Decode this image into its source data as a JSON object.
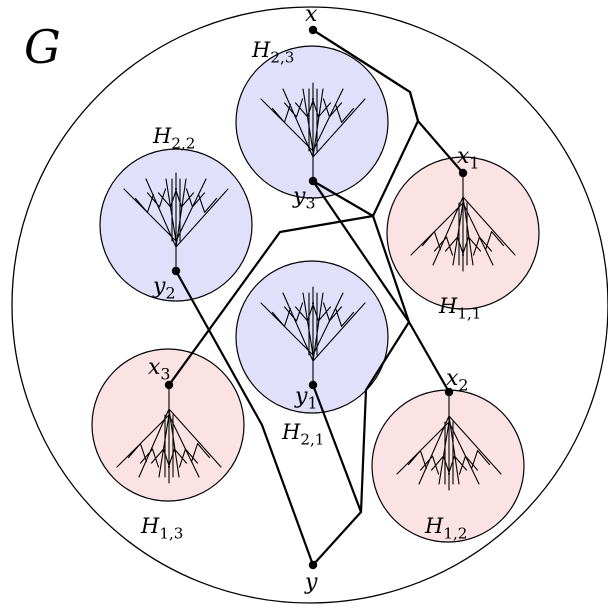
{
  "graph_label": "G",
  "vertices": {
    "x": "x",
    "y": "y",
    "x1": {
      "base": "x",
      "sub": "1"
    },
    "x2": {
      "base": "x",
      "sub": "2"
    },
    "x3": {
      "base": "x",
      "sub": "3"
    },
    "y1": {
      "base": "y",
      "sub": "1"
    },
    "y2": {
      "base": "y",
      "sub": "2"
    },
    "y3": {
      "base": "y",
      "sub": "3"
    }
  },
  "subgraphs": {
    "H11": {
      "base": "H",
      "sub": "1,1"
    },
    "H12": {
      "base": "H",
      "sub": "1,2"
    },
    "H13": {
      "base": "H",
      "sub": "1,3"
    },
    "H21": {
      "base": "H",
      "sub": "2,1"
    },
    "H22": {
      "base": "H",
      "sub": "2,2"
    },
    "H23": {
      "base": "H",
      "sub": "2,3"
    }
  },
  "colors": {
    "blue_fill": "#e0e0fa",
    "red_fill": "#fbe3e3",
    "stroke": "#000000",
    "background": "#ffffff"
  }
}
